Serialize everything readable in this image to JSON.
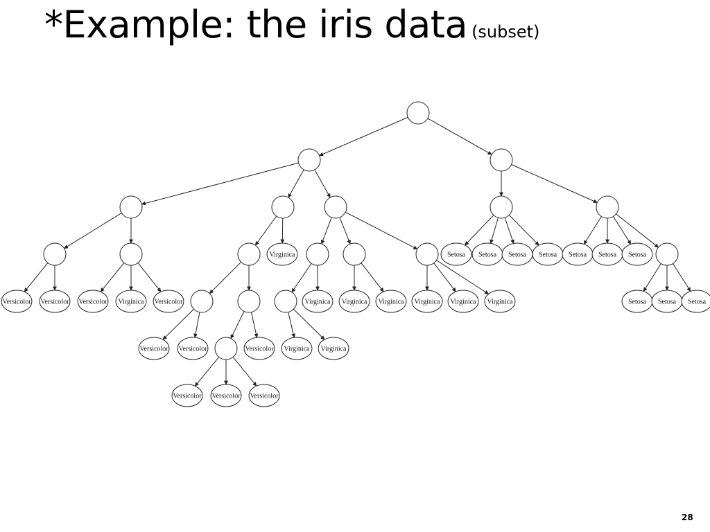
{
  "title": {
    "main": "*Example: the iris data",
    "sub": "(subset)"
  },
  "page_number": "28",
  "tree": {
    "nodes": {
      "n0": {
        "label": ""
      },
      "n1": {
        "label": ""
      },
      "n2": {
        "label": ""
      },
      "n3": {
        "label": ""
      },
      "n4": {
        "label": ""
      },
      "n5": {
        "label": ""
      },
      "n6": {
        "label": ""
      },
      "n7": {
        "label": ""
      },
      "n8": {
        "label": ""
      },
      "n9": {
        "label": ""
      },
      "n10": {
        "label": ""
      },
      "n11": {
        "label": "Virginica"
      },
      "n12": {
        "label": ""
      },
      "n13": {
        "label": ""
      },
      "n14": {
        "label": ""
      },
      "n15": {
        "label": "Setosa"
      },
      "n16": {
        "label": "Setosa"
      },
      "n17": {
        "label": "Setosa"
      },
      "n18": {
        "label": "Setosa"
      },
      "n19": {
        "label": "Setosa"
      },
      "n20": {
        "label": "Setosa"
      },
      "n21": {
        "label": "Setosa"
      },
      "n22": {
        "label": ""
      },
      "n23": {
        "label": "Versicolor"
      },
      "n24": {
        "label": "Versicolor"
      },
      "n25": {
        "label": "Versicolor"
      },
      "n26": {
        "label": "Virginica"
      },
      "n27": {
        "label": "Versicolor"
      },
      "n28": {
        "label": ""
      },
      "n29": {
        "label": ""
      },
      "n30": {
        "label": ""
      },
      "n31": {
        "label": "Virginica"
      },
      "n32": {
        "label": "Virginica"
      },
      "n33": {
        "label": "Virginica"
      },
      "n34": {
        "label": "Virginica"
      },
      "n35": {
        "label": "Virginica"
      },
      "n36": {
        "label": "Virginica"
      },
      "n37": {
        "label": "Setosa"
      },
      "n38": {
        "label": "Setosa"
      },
      "n39": {
        "label": "Setosa"
      },
      "n40": {
        "label": "Versicolor"
      },
      "n41": {
        "label": "Versicolor"
      },
      "n42": {
        "label": ""
      },
      "n43": {
        "label": "Versicolor"
      },
      "n44": {
        "label": "Virginica"
      },
      "n45": {
        "label": "Virginica"
      },
      "n46": {
        "label": "Versicolor"
      },
      "n47": {
        "label": "Versicolor"
      },
      "n48": {
        "label": "Versicolor"
      }
    },
    "edges": [
      [
        "n0",
        "n1"
      ],
      [
        "n0",
        "n2"
      ],
      [
        "n1",
        "n3"
      ],
      [
        "n1",
        "n4"
      ],
      [
        "n1",
        "n5"
      ],
      [
        "n2",
        "n6"
      ],
      [
        "n2",
        "n7"
      ],
      [
        "n3",
        "n8"
      ],
      [
        "n3",
        "n9"
      ],
      [
        "n4",
        "n10"
      ],
      [
        "n4",
        "n11"
      ],
      [
        "n5",
        "n12"
      ],
      [
        "n5",
        "n13"
      ],
      [
        "n5",
        "n14"
      ],
      [
        "n6",
        "n15"
      ],
      [
        "n6",
        "n16"
      ],
      [
        "n6",
        "n17"
      ],
      [
        "n6",
        "n18"
      ],
      [
        "n7",
        "n19"
      ],
      [
        "n7",
        "n20"
      ],
      [
        "n7",
        "n21"
      ],
      [
        "n7",
        "n22"
      ],
      [
        "n8",
        "n23"
      ],
      [
        "n8",
        "n24"
      ],
      [
        "n9",
        "n25"
      ],
      [
        "n9",
        "n26"
      ],
      [
        "n9",
        "n27"
      ],
      [
        "n10",
        "n28"
      ],
      [
        "n10",
        "n29"
      ],
      [
        "n12",
        "n30"
      ],
      [
        "n12",
        "n31"
      ],
      [
        "n13",
        "n32"
      ],
      [
        "n13",
        "n33"
      ],
      [
        "n14",
        "n34"
      ],
      [
        "n14",
        "n35"
      ],
      [
        "n14",
        "n36"
      ],
      [
        "n22",
        "n37"
      ],
      [
        "n22",
        "n38"
      ],
      [
        "n22",
        "n39"
      ],
      [
        "n28",
        "n40"
      ],
      [
        "n28",
        "n41"
      ],
      [
        "n29",
        "n42"
      ],
      [
        "n29",
        "n43"
      ],
      [
        "n30",
        "n44"
      ],
      [
        "n30",
        "n45"
      ],
      [
        "n42",
        "n46"
      ],
      [
        "n42",
        "n47"
      ],
      [
        "n42",
        "n48"
      ]
    ]
  }
}
